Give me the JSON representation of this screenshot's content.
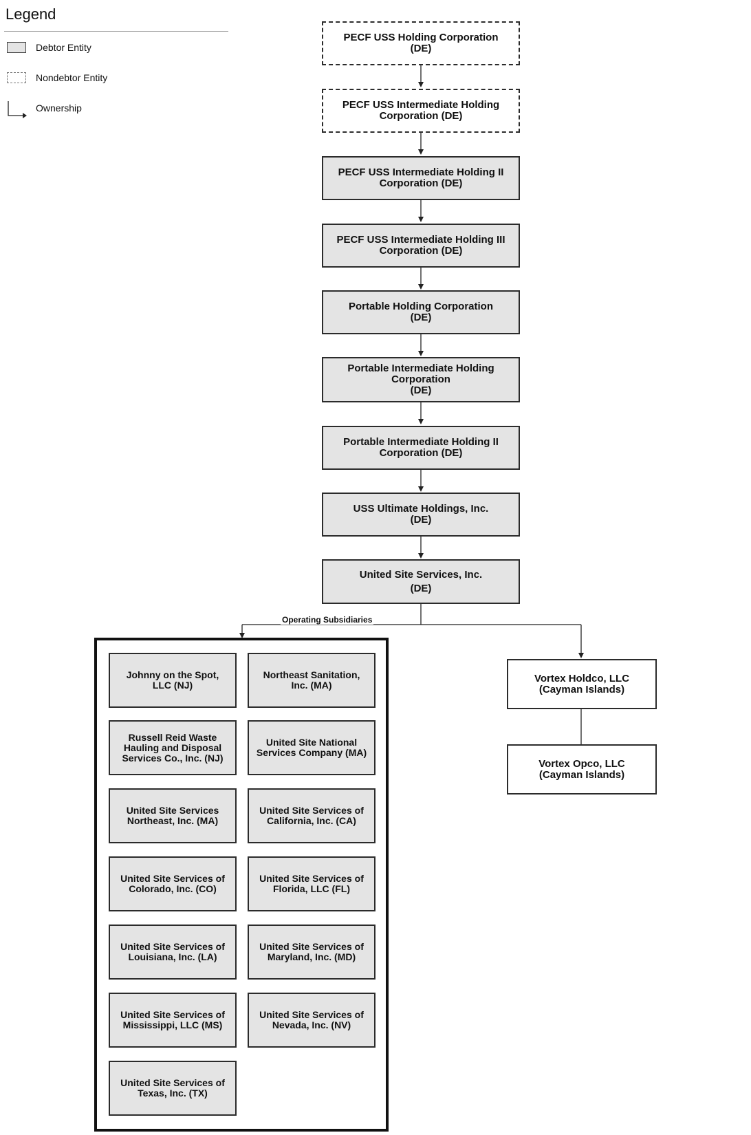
{
  "legend": {
    "title": "Legend",
    "items": [
      {
        "label": "Debtor Entity"
      },
      {
        "label": "Nondebtor Entity"
      },
      {
        "label": "Ownership"
      }
    ]
  },
  "chain": [
    {
      "lines": [
        "PECF USS Holding Corporation",
        "(DE)"
      ],
      "kind": "nondebtor"
    },
    {
      "lines": [
        "PECF USS Intermediate Holding",
        "Corporation (DE)"
      ],
      "kind": "nondebtor"
    },
    {
      "lines": [
        "PECF USS Intermediate Holding II",
        "Corporation (DE)"
      ],
      "kind": "debtor"
    },
    {
      "lines": [
        "PECF USS Intermediate Holding III",
        "Corporation (DE)"
      ],
      "kind": "debtor"
    },
    {
      "lines": [
        "Portable Holding Corporation",
        "(DE)"
      ],
      "kind": "debtor"
    },
    {
      "lines": [
        "Portable Intermediate Holding",
        "Corporation",
        "(DE)"
      ],
      "kind": "debtor"
    },
    {
      "lines": [
        "Portable Intermediate Holding II",
        "Corporation (DE)"
      ],
      "kind": "debtor"
    },
    {
      "lines": [
        "USS Ultimate Holdings, Inc.",
        "(DE)"
      ],
      "kind": "debtor"
    },
    {
      "lines": [
        "United Site Services, Inc.",
        "(DE)"
      ],
      "kind": "debtor"
    }
  ],
  "operating_group": {
    "label": "Operating Subsidiaries",
    "subsidiaries": [
      {
        "lines": [
          "Johnny on the Spot,",
          "LLC (NJ)"
        ]
      },
      {
        "lines": [
          "Northeast Sanitation,",
          "Inc. (MA)"
        ]
      },
      {
        "lines": [
          "Russell Reid Waste",
          "Hauling and Disposal",
          "Services Co., Inc. (NJ)"
        ]
      },
      {
        "lines": [
          "United Site National",
          "Services Company (MA)"
        ]
      },
      {
        "lines": [
          "United Site Services",
          "Northeast, Inc. (MA)"
        ]
      },
      {
        "lines": [
          "United Site Services of",
          "California, Inc. (CA)"
        ]
      },
      {
        "lines": [
          "United Site Services of",
          "Colorado, Inc. (CO)"
        ]
      },
      {
        "lines": [
          "United Site Services of",
          "Florida, LLC (FL)"
        ]
      },
      {
        "lines": [
          "United Site Services of",
          "Louisiana, Inc. (LA)"
        ]
      },
      {
        "lines": [
          "United Site Services of",
          "Maryland, Inc. (MD)"
        ]
      },
      {
        "lines": [
          "United Site Services of",
          "Mississippi, LLC (MS)"
        ]
      },
      {
        "lines": [
          "United Site Services of",
          "Nevada, Inc. (NV)"
        ]
      },
      {
        "lines": [
          "United Site Services of",
          "Texas, Inc. (TX)"
        ]
      }
    ]
  },
  "vortex": [
    {
      "lines": [
        "Vortex Holdco, LLC",
        "(Cayman Islands)"
      ]
    },
    {
      "lines": [
        "Vortex Opco, LLC",
        "(Cayman Islands)"
      ]
    }
  ]
}
